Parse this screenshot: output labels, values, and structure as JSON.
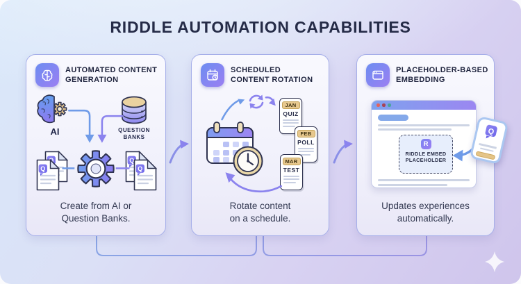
{
  "title": "RIDDLE AUTOMATION CAPABILITIES",
  "icons": {
    "q_letter": "Q"
  },
  "colors": {
    "background_start": "#d9e8fa",
    "background_end": "#cfc5ec",
    "card_border": "#a5aee9",
    "heading_text": "#20253f",
    "caption_text": "#343a52",
    "accent_blue": "#6f9be8",
    "accent_purple": "#8b83ee",
    "gold": "#e7c88e",
    "outline_dark": "#2f3350"
  },
  "cards": {
    "generation": {
      "heading_line1": "AUTOMATED CONTENT",
      "heading_line2": "GENERATION",
      "ai_label": "AI",
      "bank_label_line1": "QUESTION",
      "bank_label_line2": "BANKS",
      "caption_line1": "Create from AI or",
      "caption_line2": "Question Banks."
    },
    "rotation": {
      "heading_line1": "SCHEDULED",
      "heading_line2": "CONTENT ROTATION",
      "months": [
        {
          "month": "JAN",
          "kind": "QUIZ"
        },
        {
          "month": "FEB",
          "kind": "POLL"
        },
        {
          "month": "MAR",
          "kind": "TEST"
        }
      ],
      "caption_line1": "Rotate content",
      "caption_line2": "on a schedule."
    },
    "embedding": {
      "heading_line1": "PLACEHOLDER-BASED",
      "heading_line2": "EMBEDDING",
      "logo_letter": "R",
      "placeholder_line1": "RIDDLE EMBED",
      "placeholder_line2": "PLACEHOLDER",
      "caption_line1": "Updates experiences",
      "caption_line2": "automatically."
    }
  }
}
